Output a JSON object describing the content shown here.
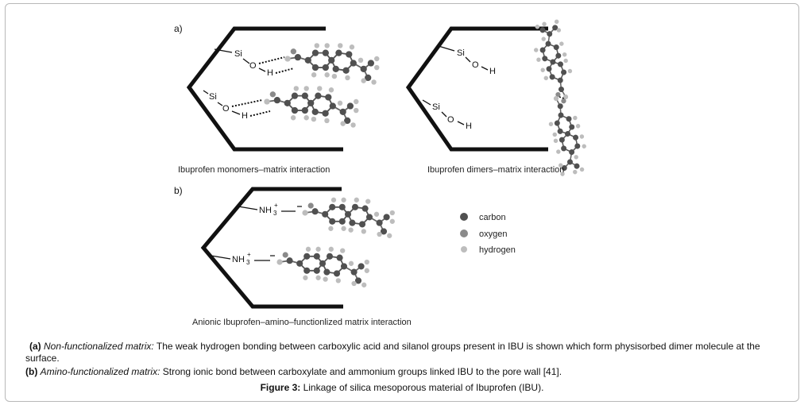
{
  "panels": {
    "a_label": "a)",
    "b_label": "b)",
    "atoms": {
      "si": "Si",
      "o": "O",
      "h": "H",
      "nh3": "NH",
      "nh3_sub": "3",
      "plus": "+"
    },
    "subtitles": {
      "monomers": "Ibuprofen monomers–matrix interaction",
      "dimers": "Ibuprofen dimers–matrix interaction",
      "anionic": "Anionic Ibuprofen–amino–functionlized matrix interaction"
    }
  },
  "legend": {
    "items": [
      {
        "label": "carbon",
        "color": "#505050"
      },
      {
        "label": "oxygen",
        "color": "#8a8a8a"
      },
      {
        "label": "hydrogen",
        "color": "#bdbdbd"
      }
    ]
  },
  "caption": {
    "a_tag": "(a)",
    "a_italic": "Non-functionalized matrix:",
    "a_text": "The weak hydrogen bonding between carboxylic acid and silanol groups present in IBU is shown which form physisorbed dimer molecule at the surface.",
    "b_tag": "(b)",
    "b_italic": "Amino-functionalized matrix:",
    "b_text": "Strong ionic bond between carboxylate and ammonium groups linked IBU to the pore wall [41].",
    "figure_label": "Figure 3:",
    "figure_text": "Linkage of silica mesoporous material of Ibuprofen (IBU)."
  }
}
